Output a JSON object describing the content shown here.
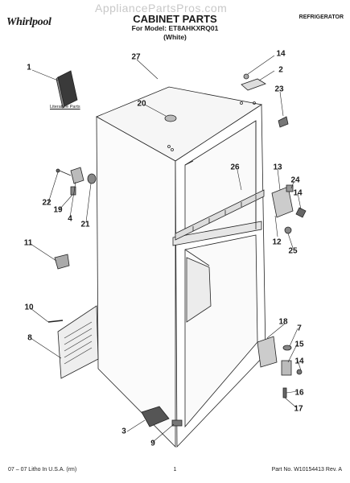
{
  "header": {
    "brand": "Whirlpool",
    "watermark": "AppliancePartsPros.com",
    "title": "CABINET PARTS",
    "model_line": "For Model: ET8AHKXRQ01",
    "variant": "(White)",
    "category": "REFRIGERATOR"
  },
  "literature_label": "Literature Parts",
  "callouts": [
    {
      "id": "1",
      "label": "1"
    },
    {
      "id": "2",
      "label": "2"
    },
    {
      "id": "3",
      "label": "3"
    },
    {
      "id": "4",
      "label": "4"
    },
    {
      "id": "7",
      "label": "7"
    },
    {
      "id": "8",
      "label": "8"
    },
    {
      "id": "9",
      "label": "9"
    },
    {
      "id": "10",
      "label": "10"
    },
    {
      "id": "11",
      "label": "11"
    },
    {
      "id": "12",
      "label": "12"
    },
    {
      "id": "13",
      "label": "13"
    },
    {
      "id": "14a",
      "label": "14"
    },
    {
      "id": "14b",
      "label": "14"
    },
    {
      "id": "14c",
      "label": "14"
    },
    {
      "id": "15",
      "label": "15"
    },
    {
      "id": "16",
      "label": "16"
    },
    {
      "id": "17",
      "label": "17"
    },
    {
      "id": "18",
      "label": "18"
    },
    {
      "id": "19",
      "label": "19"
    },
    {
      "id": "20",
      "label": "20"
    },
    {
      "id": "21",
      "label": "21"
    },
    {
      "id": "22",
      "label": "22"
    },
    {
      "id": "23",
      "label": "23"
    },
    {
      "id": "24",
      "label": "24"
    },
    {
      "id": "25",
      "label": "25"
    },
    {
      "id": "26",
      "label": "26"
    },
    {
      "id": "27",
      "label": "27"
    }
  ],
  "footer": {
    "left": "07 – 07 Litho In U.S.A. (rm)",
    "page": "1",
    "right": "Part No. W10154413 Rev. A"
  }
}
